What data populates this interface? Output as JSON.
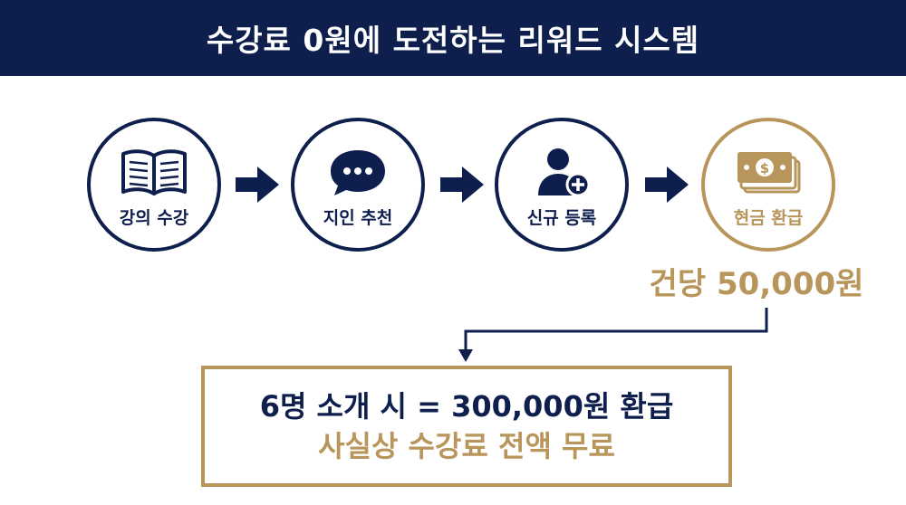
{
  "header": {
    "title": "수강료 0원에 도전하는 리워드 시스템"
  },
  "steps": [
    {
      "label": "강의 수강",
      "icon": "open-book-icon"
    },
    {
      "label": "지인 추천",
      "icon": "chat-bubble-icon"
    },
    {
      "label": "신규 등록",
      "icon": "add-user-icon"
    },
    {
      "label": "현금 환급",
      "icon": "cash-bills-icon"
    }
  ],
  "reward": {
    "per_case": "건당 50,000원"
  },
  "result": {
    "line1": "6명 소개 시 = 300,000원 환급",
    "line2": "사실상 수강료 전액 무료"
  },
  "colors": {
    "navy": "#0f1f4d",
    "gold": "#b8955a",
    "background": "#ffffff"
  }
}
